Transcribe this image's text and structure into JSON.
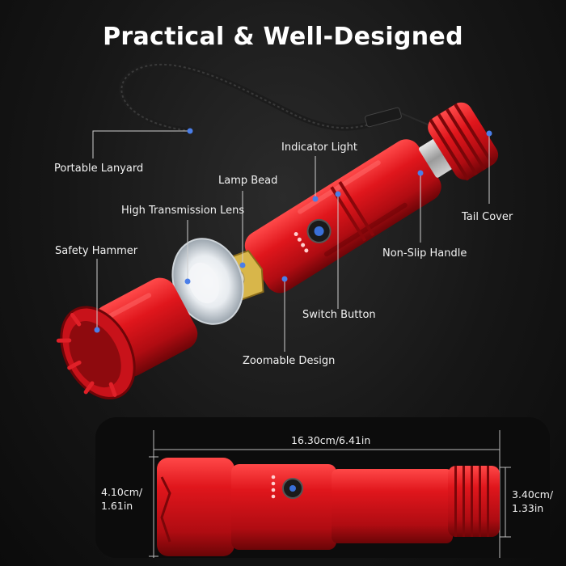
{
  "title": "Practical & Well-Designed",
  "labels": {
    "portable_lanyard": "Portable Lanyard",
    "indicator_light": "Indicator Light",
    "lamp_bead": "Lamp Bead",
    "high_transmission_lens": "High Transmission Lens",
    "safety_hammer": "Safety Hammer",
    "tail_cover": "Tail Cover",
    "non_slip_handle": "Non-Slip Handle",
    "switch_button": "Switch Button",
    "zoomable_design": "Zoomable Design"
  },
  "dimensions": {
    "length": "16.30cm/6.41in",
    "head_diameter_cm": "4.10cm/",
    "head_diameter_in": "1.61in",
    "tail_diameter_cm": "3.40cm/",
    "tail_diameter_in": "1.33in"
  },
  "colors": {
    "body_red": "#d8141a",
    "dark_red": "#8e0a0e",
    "callout_dot": "#4a7ee8",
    "background": "#161616"
  }
}
